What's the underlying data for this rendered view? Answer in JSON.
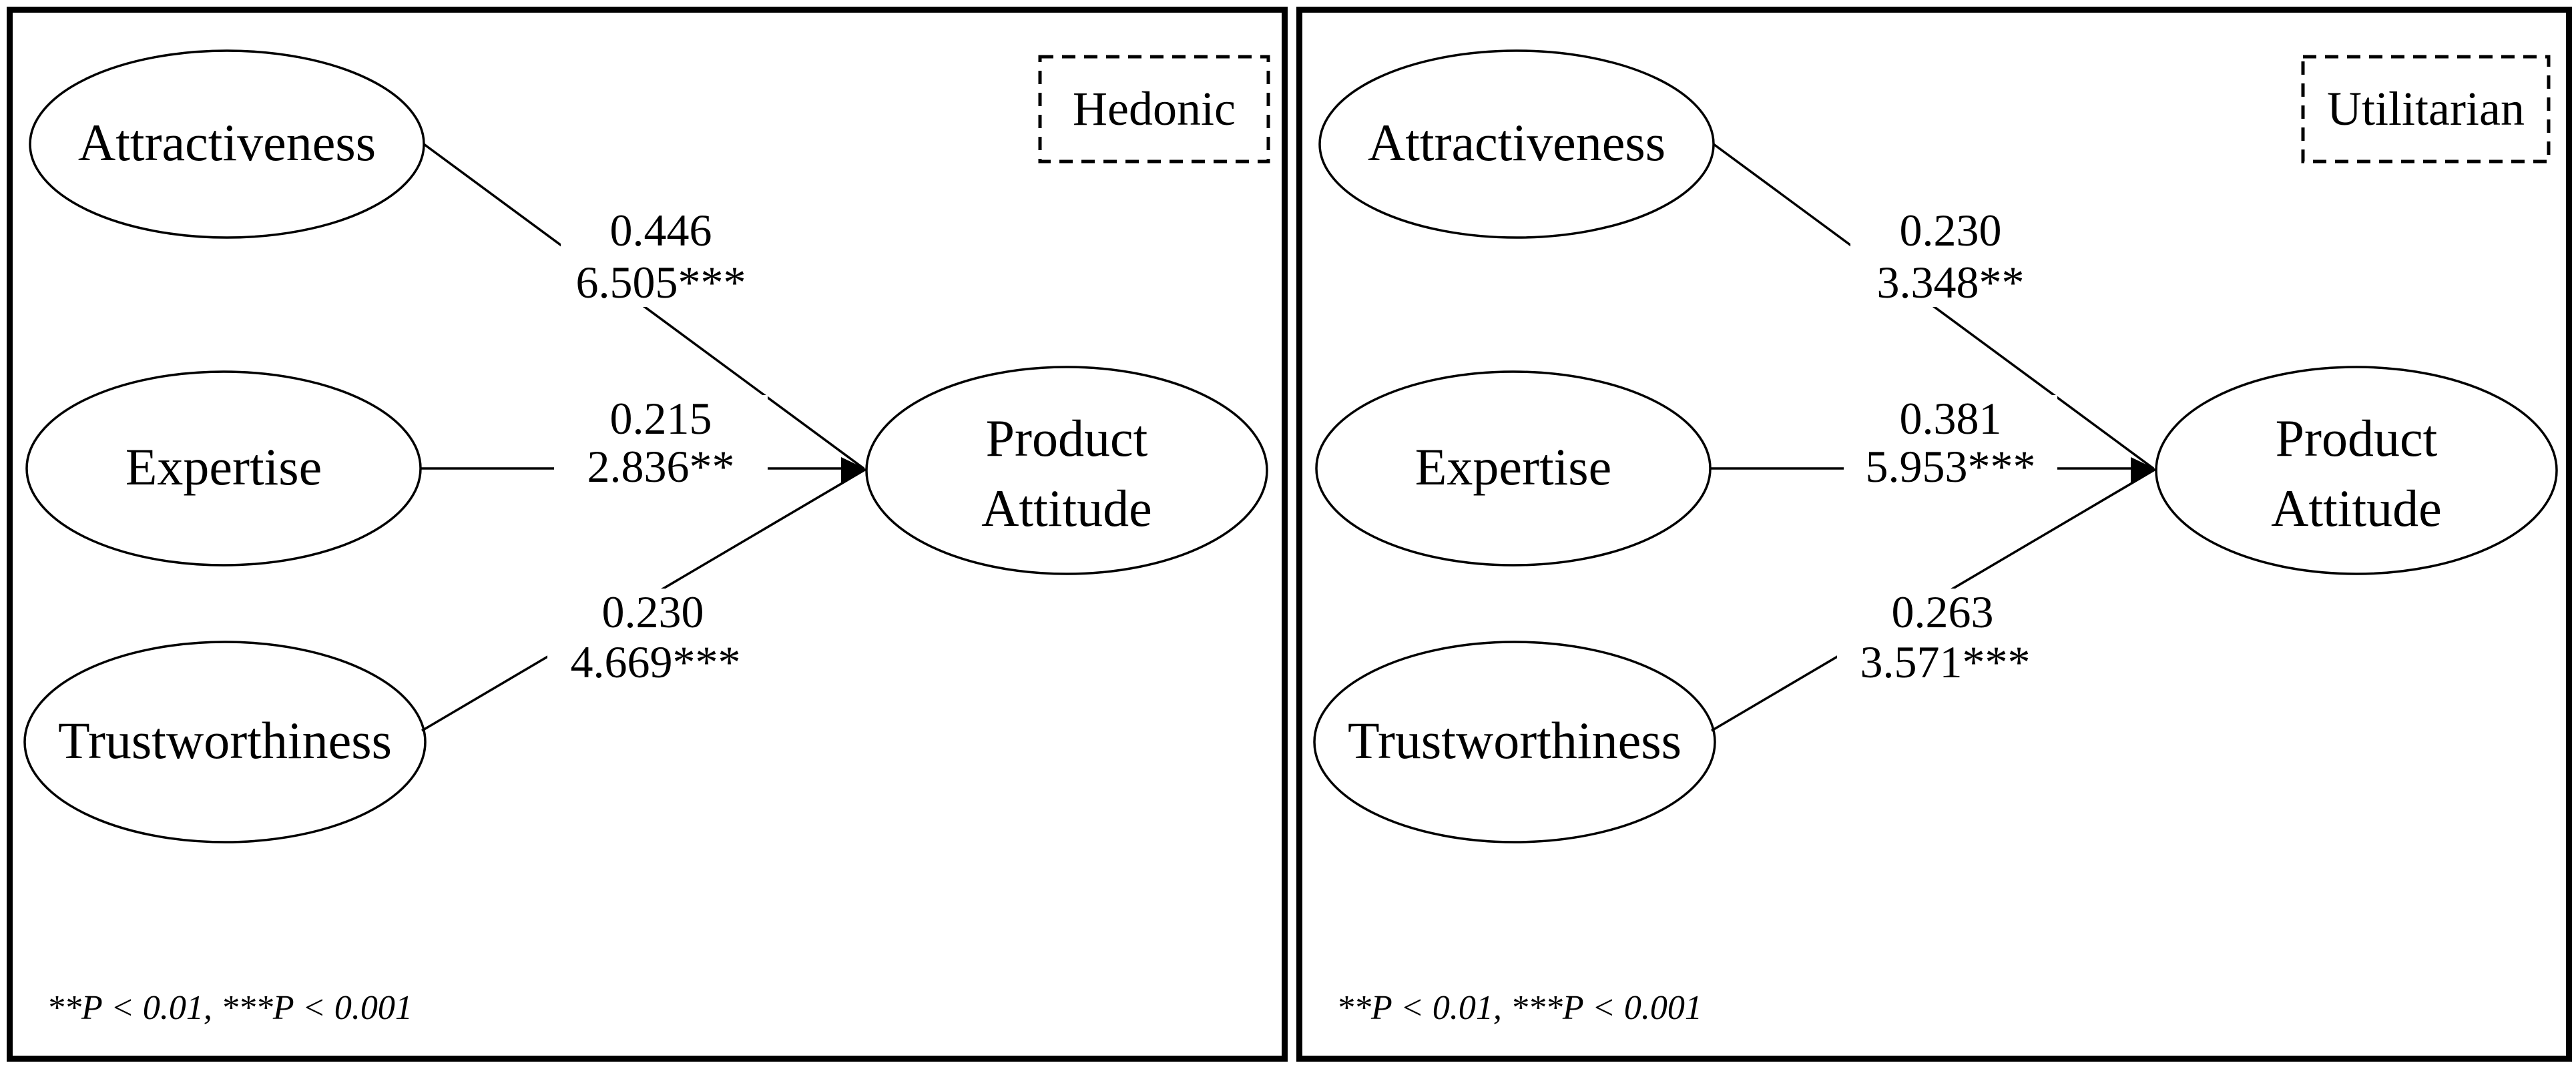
{
  "figure_type": "structural-model-path-diagram",
  "colors": {
    "stroke": "#000000",
    "background": "#ffffff"
  },
  "panels": [
    {
      "condition_label": "Hedonic",
      "nodes": {
        "attractiveness": "Attractiveness",
        "expertise": "Expertise",
        "trustworthiness": "Trustworthiness",
        "outcome_line1": "Product",
        "outcome_line2": "Attitude"
      },
      "paths": {
        "attractiveness": {
          "coefficient": "0.446",
          "t_value": "6.505***"
        },
        "expertise": {
          "coefficient": "0.215",
          "t_value": "2.836**"
        },
        "trustworthiness": {
          "coefficient": "0.230",
          "t_value": "4.669***"
        }
      },
      "footnote": "**P < 0.01, ***P < 0.001"
    },
    {
      "condition_label": "Utilitarian",
      "nodes": {
        "attractiveness": "Attractiveness",
        "expertise": "Expertise",
        "trustworthiness": "Trustworthiness",
        "outcome_line1": "Product",
        "outcome_line2": "Attitude"
      },
      "paths": {
        "attractiveness": {
          "coefficient": "0.230",
          "t_value": "3.348**"
        },
        "expertise": {
          "coefficient": "0.381",
          "t_value": "5.953***"
        },
        "trustworthiness": {
          "coefficient": "0.263",
          "t_value": "3.571***"
        }
      },
      "footnote": "**P < 0.01, ***P < 0.001"
    }
  ]
}
